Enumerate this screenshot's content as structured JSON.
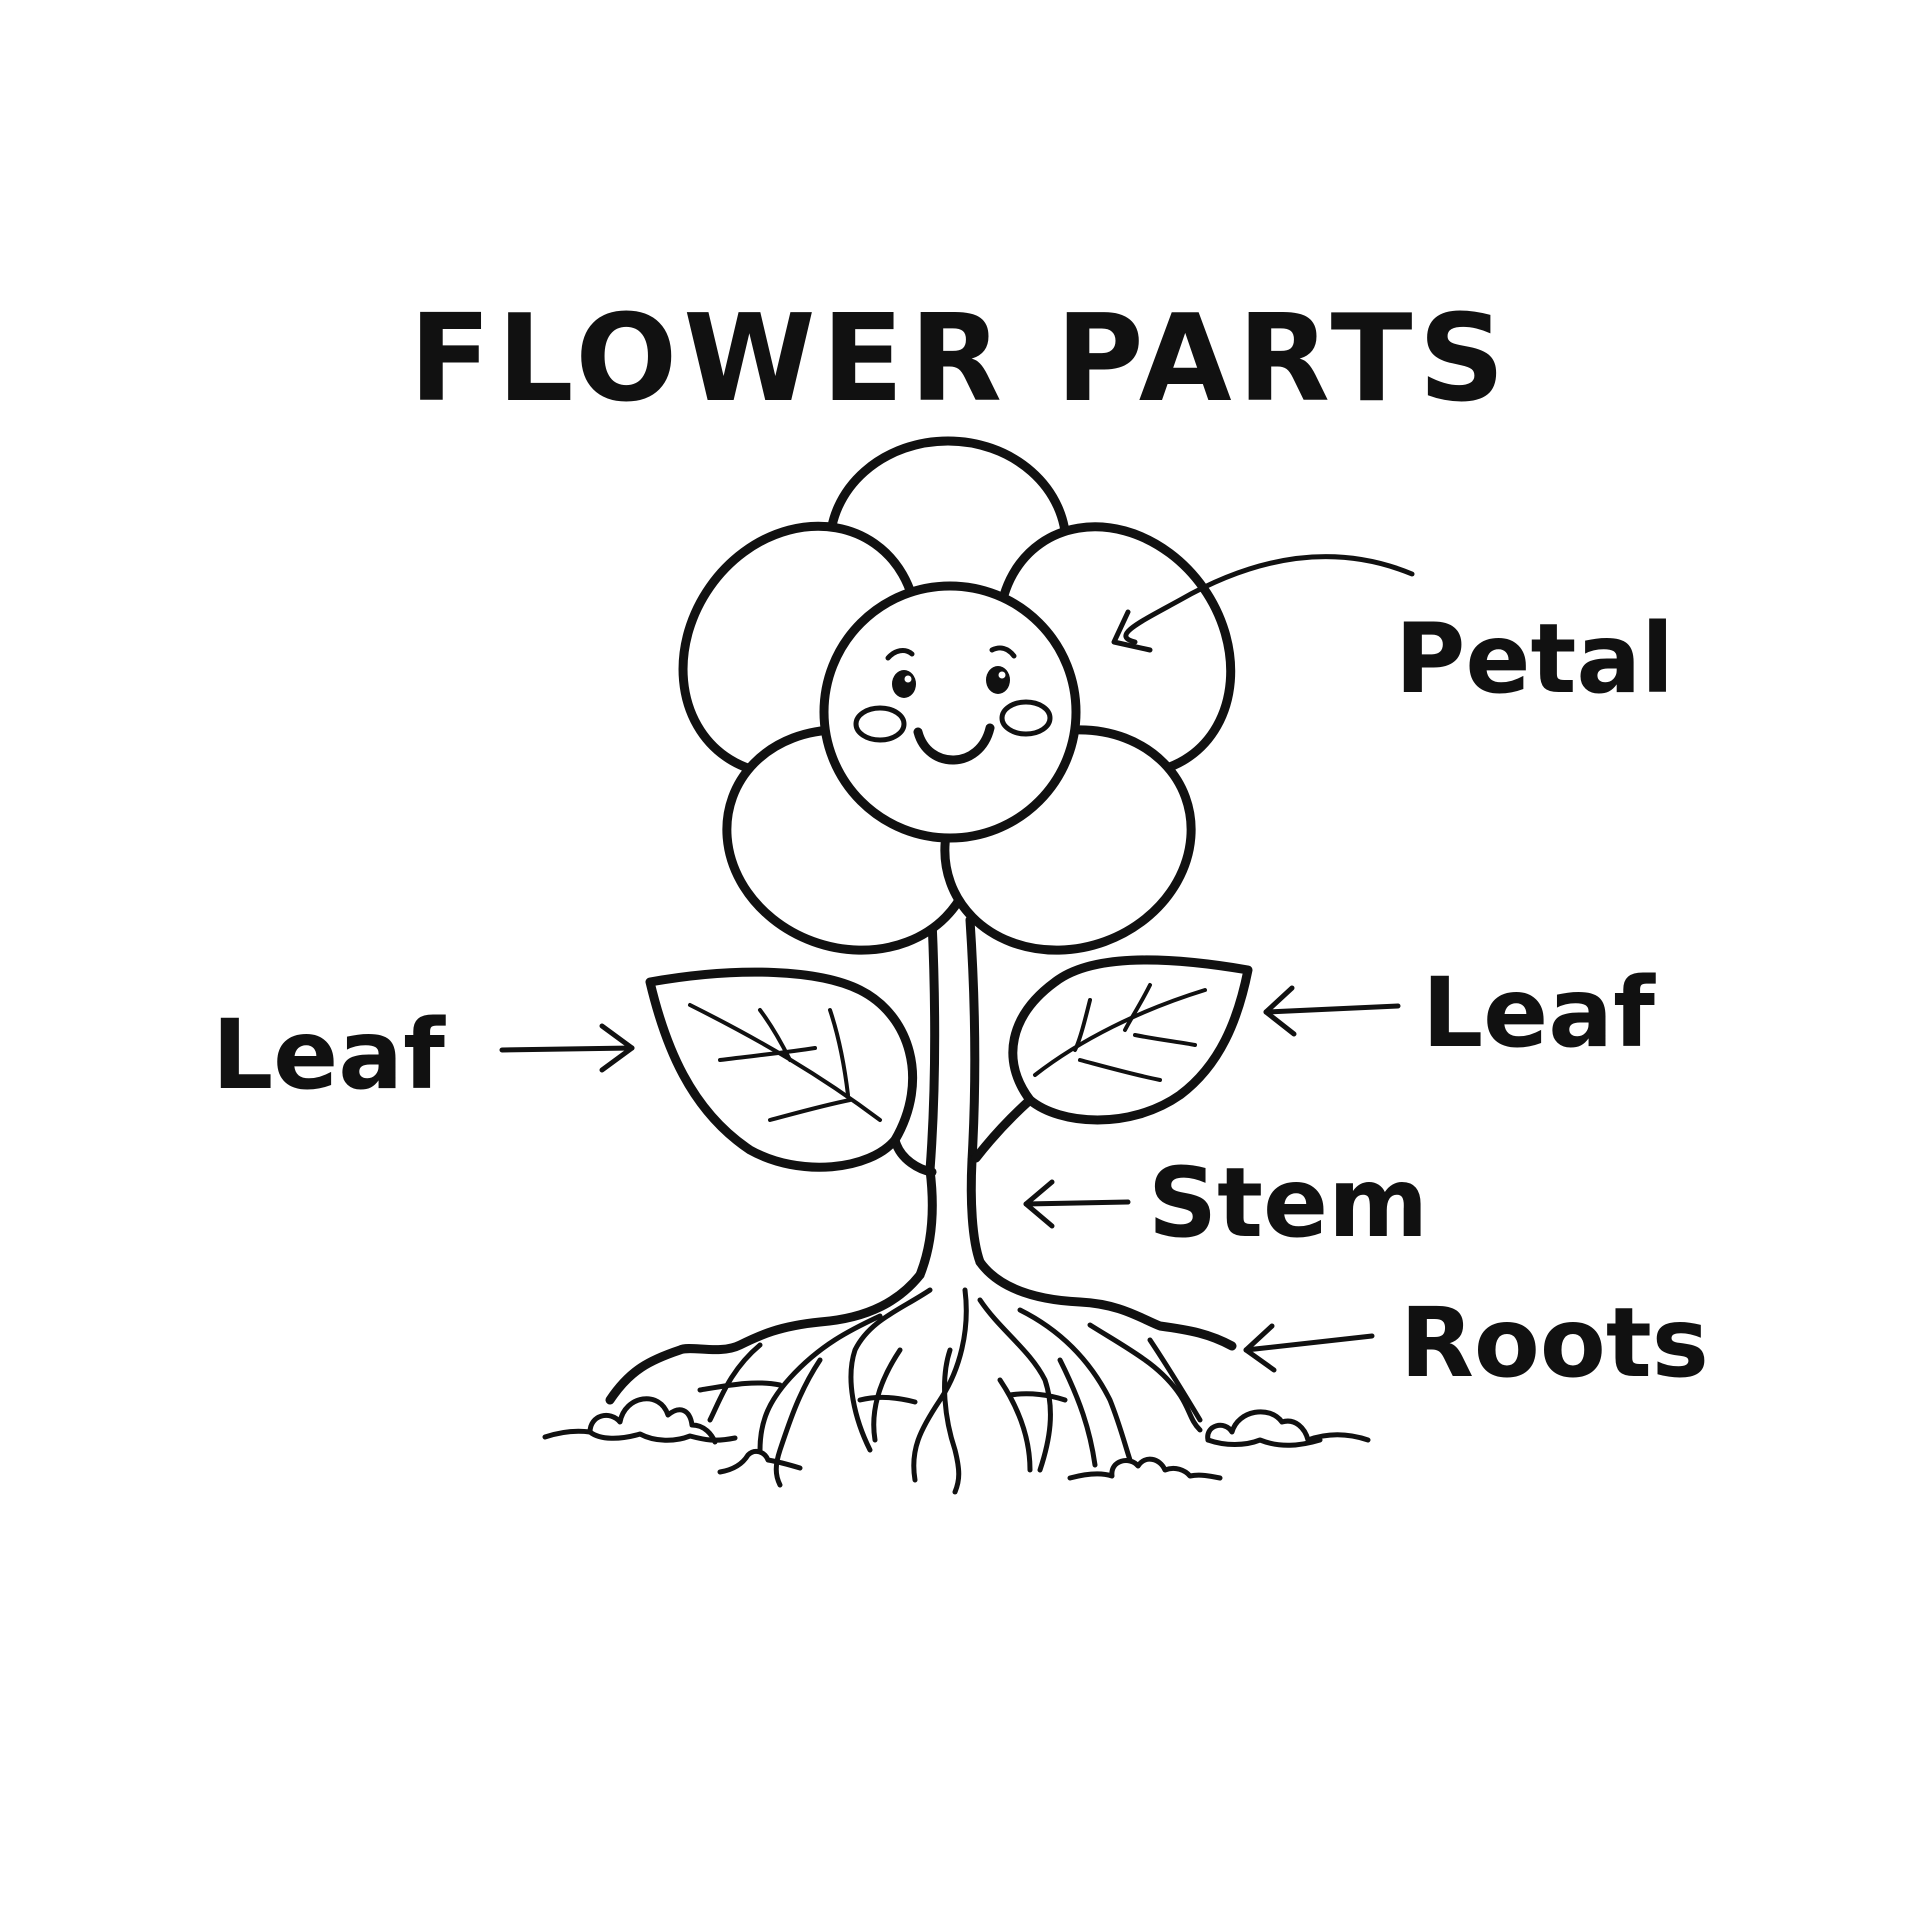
{
  "title": "FLOWER PARTS",
  "labels": {
    "petal": "Petal",
    "leaf_left": "Leaf",
    "leaf_right": "Leaf",
    "stem": "Stem",
    "roots": "Roots"
  },
  "colors": {
    "line": "#111111",
    "background": "#ffffff"
  }
}
